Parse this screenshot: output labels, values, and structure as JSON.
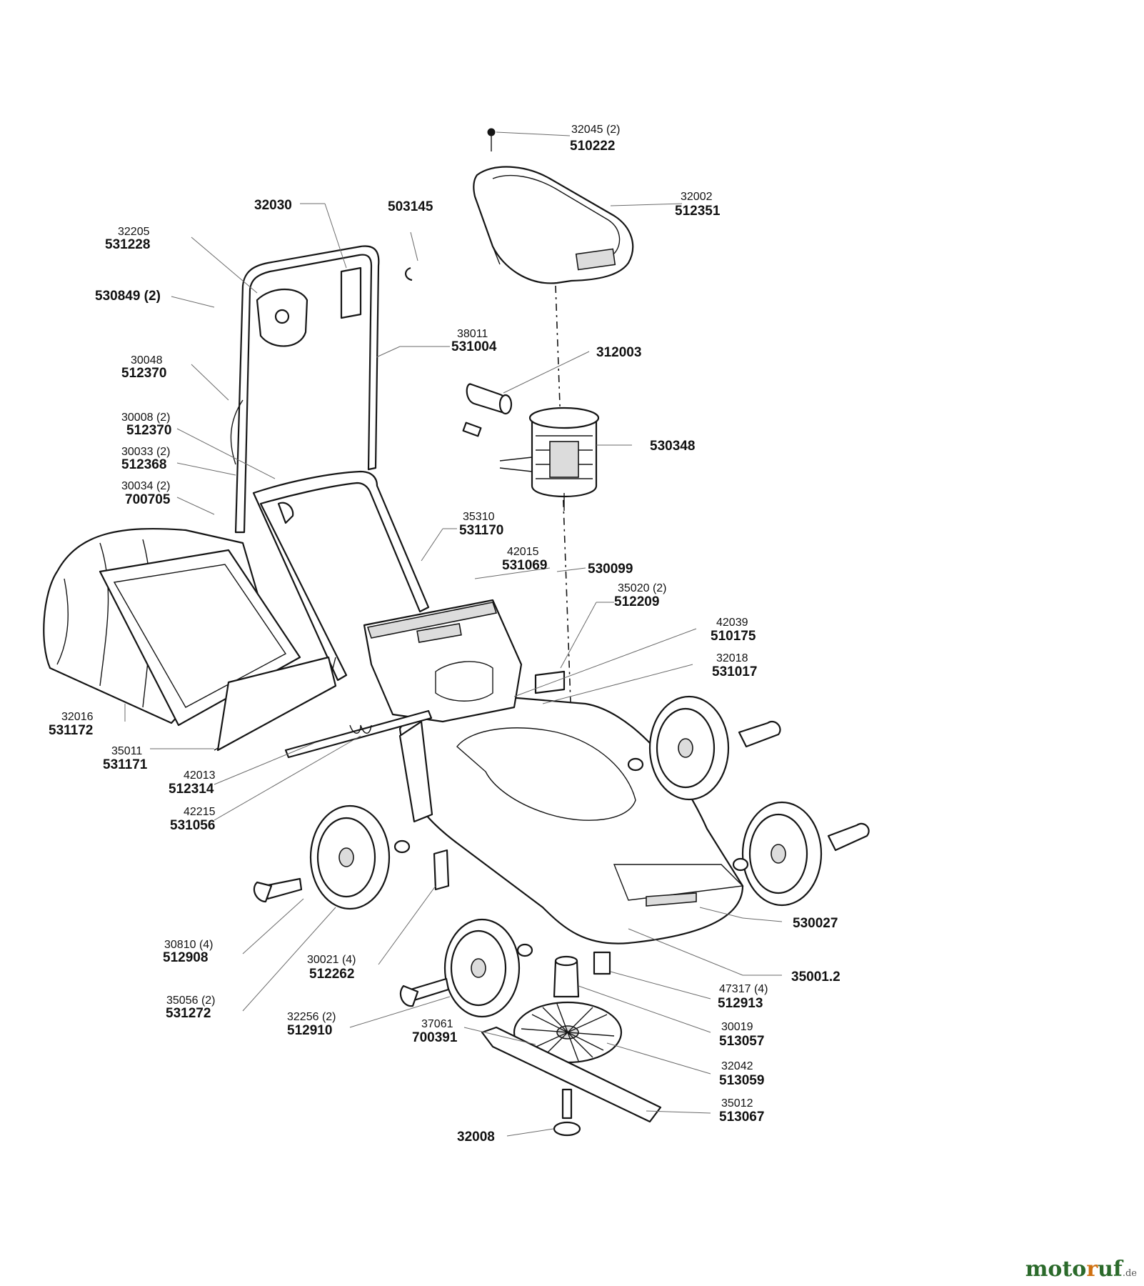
{
  "labels": {
    "l01": {
      "ref": "32045 (2)",
      "pn": "510222"
    },
    "l02": {
      "ref": "32002",
      "pn": "512351"
    },
    "l03": {
      "ref": "",
      "pn": "32030"
    },
    "l04": {
      "ref": "",
      "pn": "503145"
    },
    "l05": {
      "ref": "32205",
      "pn": "531228"
    },
    "l06": {
      "ref": "",
      "pn": "530849 (2)"
    },
    "l07": {
      "ref": "38011",
      "pn": "531004"
    },
    "l08": {
      "ref": "",
      "pn": "312003"
    },
    "l09": {
      "ref": "30048",
      "pn": "512370"
    },
    "l10": {
      "ref": "30008 (2)",
      "pn": "512370"
    },
    "l11": {
      "ref": "",
      "pn": "530348"
    },
    "l12": {
      "ref": "30033 (2)",
      "pn": "512368"
    },
    "l13": {
      "ref": "30034 (2)",
      "pn": "700705"
    },
    "l14": {
      "ref": "35310",
      "pn": "531170"
    },
    "l15": {
      "ref": "42015",
      "pn": "531069"
    },
    "l16": {
      "ref": "",
      "pn": "530099"
    },
    "l17": {
      "ref": "35020 (2)",
      "pn": "512209"
    },
    "l18": {
      "ref": "42039",
      "pn": "510175"
    },
    "l19": {
      "ref": "32018",
      "pn": "531017"
    },
    "l20": {
      "ref": "32016",
      "pn": "531172"
    },
    "l21": {
      "ref": "35011",
      "pn": "531171"
    },
    "l22": {
      "ref": "42013",
      "pn": "512314"
    },
    "l23": {
      "ref": "42215",
      "pn": "531056"
    },
    "l24": {
      "ref": "",
      "pn": "530027"
    },
    "l25": {
      "ref": "30810 (4)",
      "pn": "512908"
    },
    "l26": {
      "ref": "30021 (4)",
      "pn": "512262"
    },
    "l27": {
      "ref": "",
      "pn": "35001.2"
    },
    "l28": {
      "ref": "47317 (4)",
      "pn": "512913"
    },
    "l29": {
      "ref": "35056 (2)",
      "pn": "531272"
    },
    "l30": {
      "ref": "32256 (2)",
      "pn": "512910"
    },
    "l31": {
      "ref": "30019",
      "pn": "513057"
    },
    "l32": {
      "ref": "37061",
      "pn": "700391"
    },
    "l33": {
      "ref": "32042",
      "pn": "513059"
    },
    "l34": {
      "ref": "35012",
      "pn": "513067"
    },
    "l35": {
      "ref": "",
      "pn": "32008"
    }
  },
  "watermark": {
    "part1": "moto",
    "part2": "r",
    "part3": "uf",
    "tld": ".de"
  }
}
